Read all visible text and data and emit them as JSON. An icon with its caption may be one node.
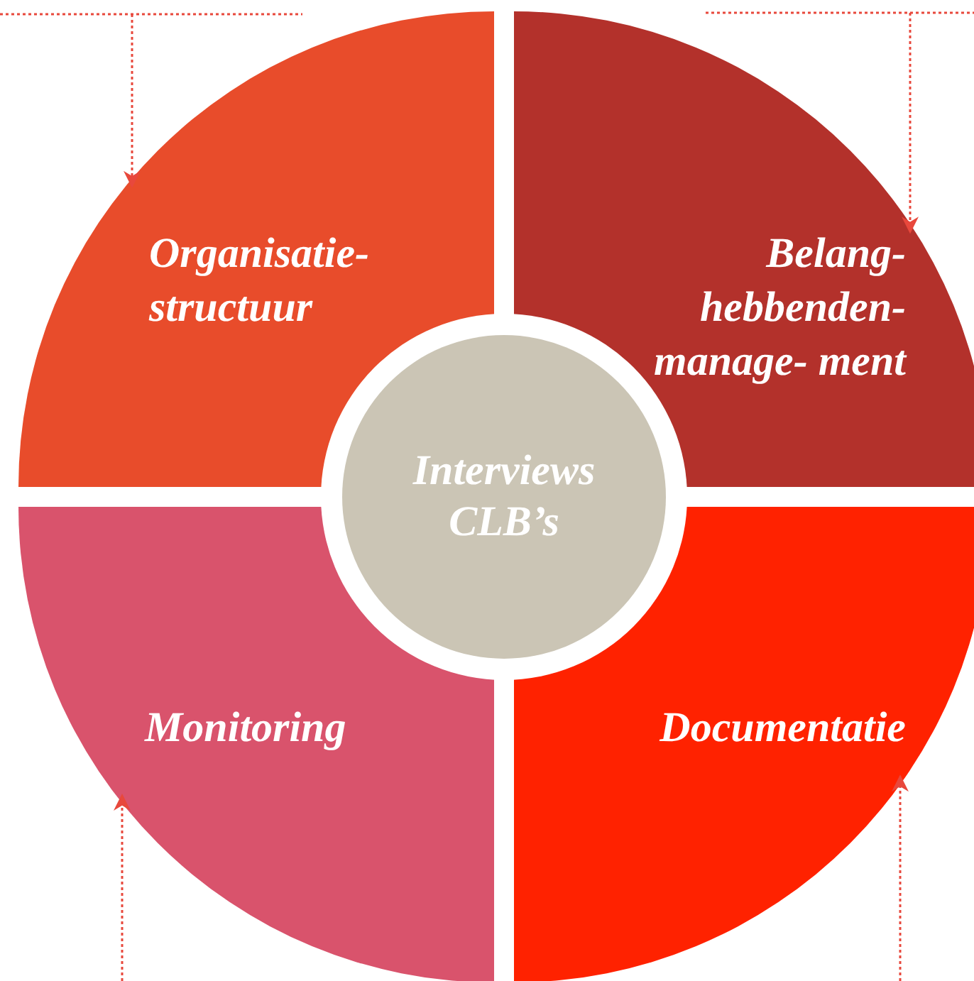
{
  "diagram": {
    "nodes": [
      {
        "text": [
          "Organisatie- structuur"
        ]
      },
      {
        "text": [
          "Belang- hebbenden- manage- ment"
        ]
      },
      {
        "text": [
          "Interviews CLB’s"
        ]
      },
      {
        "text": [
          "Monitoring"
        ]
      },
      {
        "text": [
          "Documentatie"
        ]
      }
    ],
    "edges": [
      {
        "from": null,
        "to": 0,
        "arrow": "to",
        "style": "dashed"
      },
      {
        "from": null,
        "to": 1,
        "arrow": "to",
        "style": "dashed"
      },
      {
        "from": null,
        "to": 3,
        "arrow": "to",
        "style": "dashed"
      },
      {
        "from": null,
        "to": 4,
        "arrow": "to",
        "style": "dashed"
      }
    ]
  }
}
